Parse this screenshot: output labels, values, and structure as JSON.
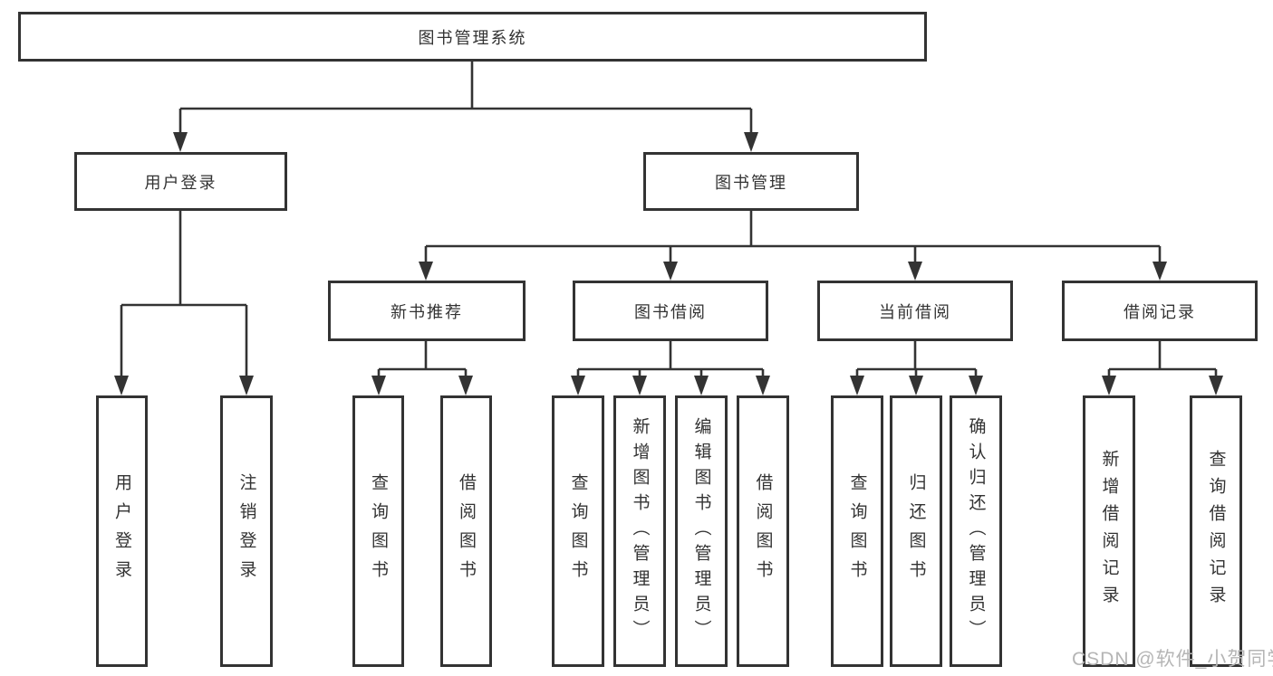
{
  "colors": {
    "line": "#333333",
    "text": "#333333",
    "watermark": "#b5b5b5",
    "bg": "#ffffff"
  },
  "watermark": {
    "text": "CSDN @软件_小贺同学"
  },
  "tree": {
    "label": "图书管理系统",
    "children": [
      {
        "label": "用户登录",
        "children": [
          {
            "label": "用户登录"
          },
          {
            "label": "注销登录"
          }
        ]
      },
      {
        "label": "图书管理",
        "children": [
          {
            "label": "新书推荐",
            "children": [
              {
                "label": "查询图书"
              },
              {
                "label": "借阅图书"
              }
            ]
          },
          {
            "label": "图书借阅",
            "children": [
              {
                "label": "查询图书"
              },
              {
                "label": "新增图书（管理员）"
              },
              {
                "label": "编辑图书（管理员）"
              },
              {
                "label": "借阅图书"
              }
            ]
          },
          {
            "label": "当前借阅",
            "children": [
              {
                "label": "查询图书"
              },
              {
                "label": "归还图书"
              },
              {
                "label": "确认归还（管理员）"
              }
            ]
          },
          {
            "label": "借阅记录",
            "children": [
              {
                "label": "新增借阅记录"
              },
              {
                "label": "查询借阅记录"
              }
            ]
          }
        ]
      }
    ]
  }
}
